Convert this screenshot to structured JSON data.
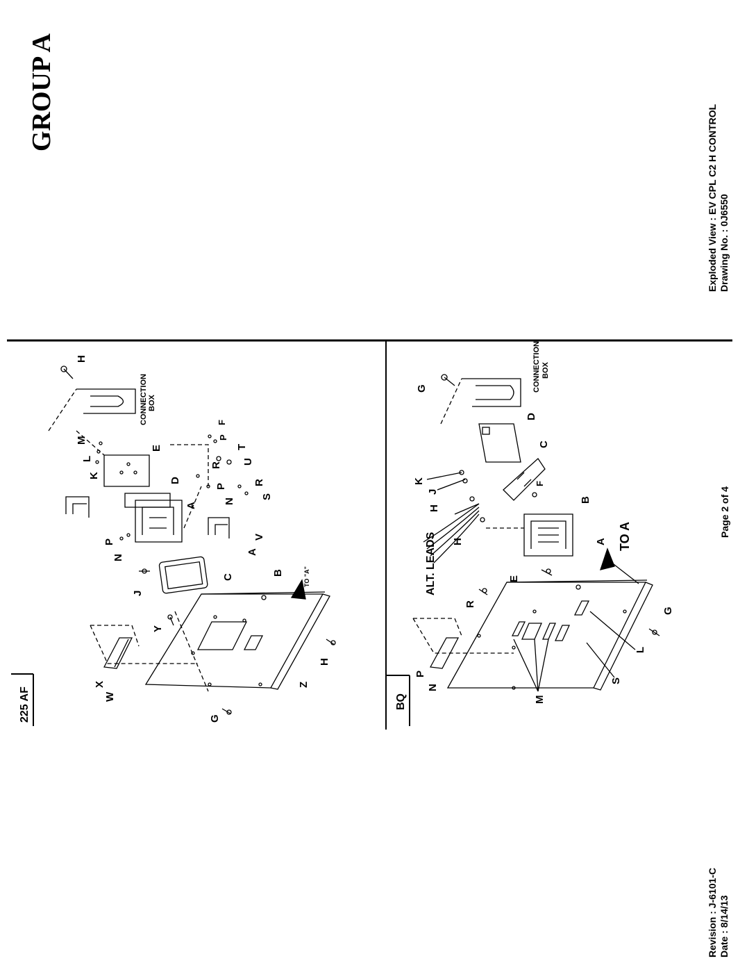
{
  "page": {
    "group_title": "GROUP A",
    "exploded_view": "Exploded View : EV CPL C2 H CONTROL",
    "drawing_no": "Drawing No. : 0J6550",
    "page_label": "Page 2 of 4",
    "revision": "Revision : J-6101-C",
    "date": "Date : 8/14/13"
  },
  "panel_top": {
    "tag": "225 AF",
    "connection_box_line1": "CONNECTION",
    "connection_box_line2": "BOX",
    "to_a_note": "TO \"A\"",
    "callouts": [
      "H",
      "M",
      "L",
      "K",
      "E",
      "D",
      "A",
      "P",
      "N",
      "J",
      "C",
      "B",
      "Y",
      "X",
      "W",
      "G",
      "Z",
      "H",
      "F",
      "P",
      "T",
      "R",
      "U",
      "P",
      "N",
      "R",
      "S",
      "V",
      "A"
    ]
  },
  "panel_bottom": {
    "tag": "BQ",
    "connection_box_line1": "CONNECTION",
    "connection_box_line2": "BOX",
    "alt_leads": "ALT. LEADS",
    "to_a": "TO A",
    "callouts": [
      "G",
      "D",
      "C",
      "K",
      "J",
      "H",
      "F",
      "B",
      "H",
      "E",
      "A",
      "R",
      "P",
      "N",
      "M",
      "S",
      "L",
      "G"
    ]
  }
}
